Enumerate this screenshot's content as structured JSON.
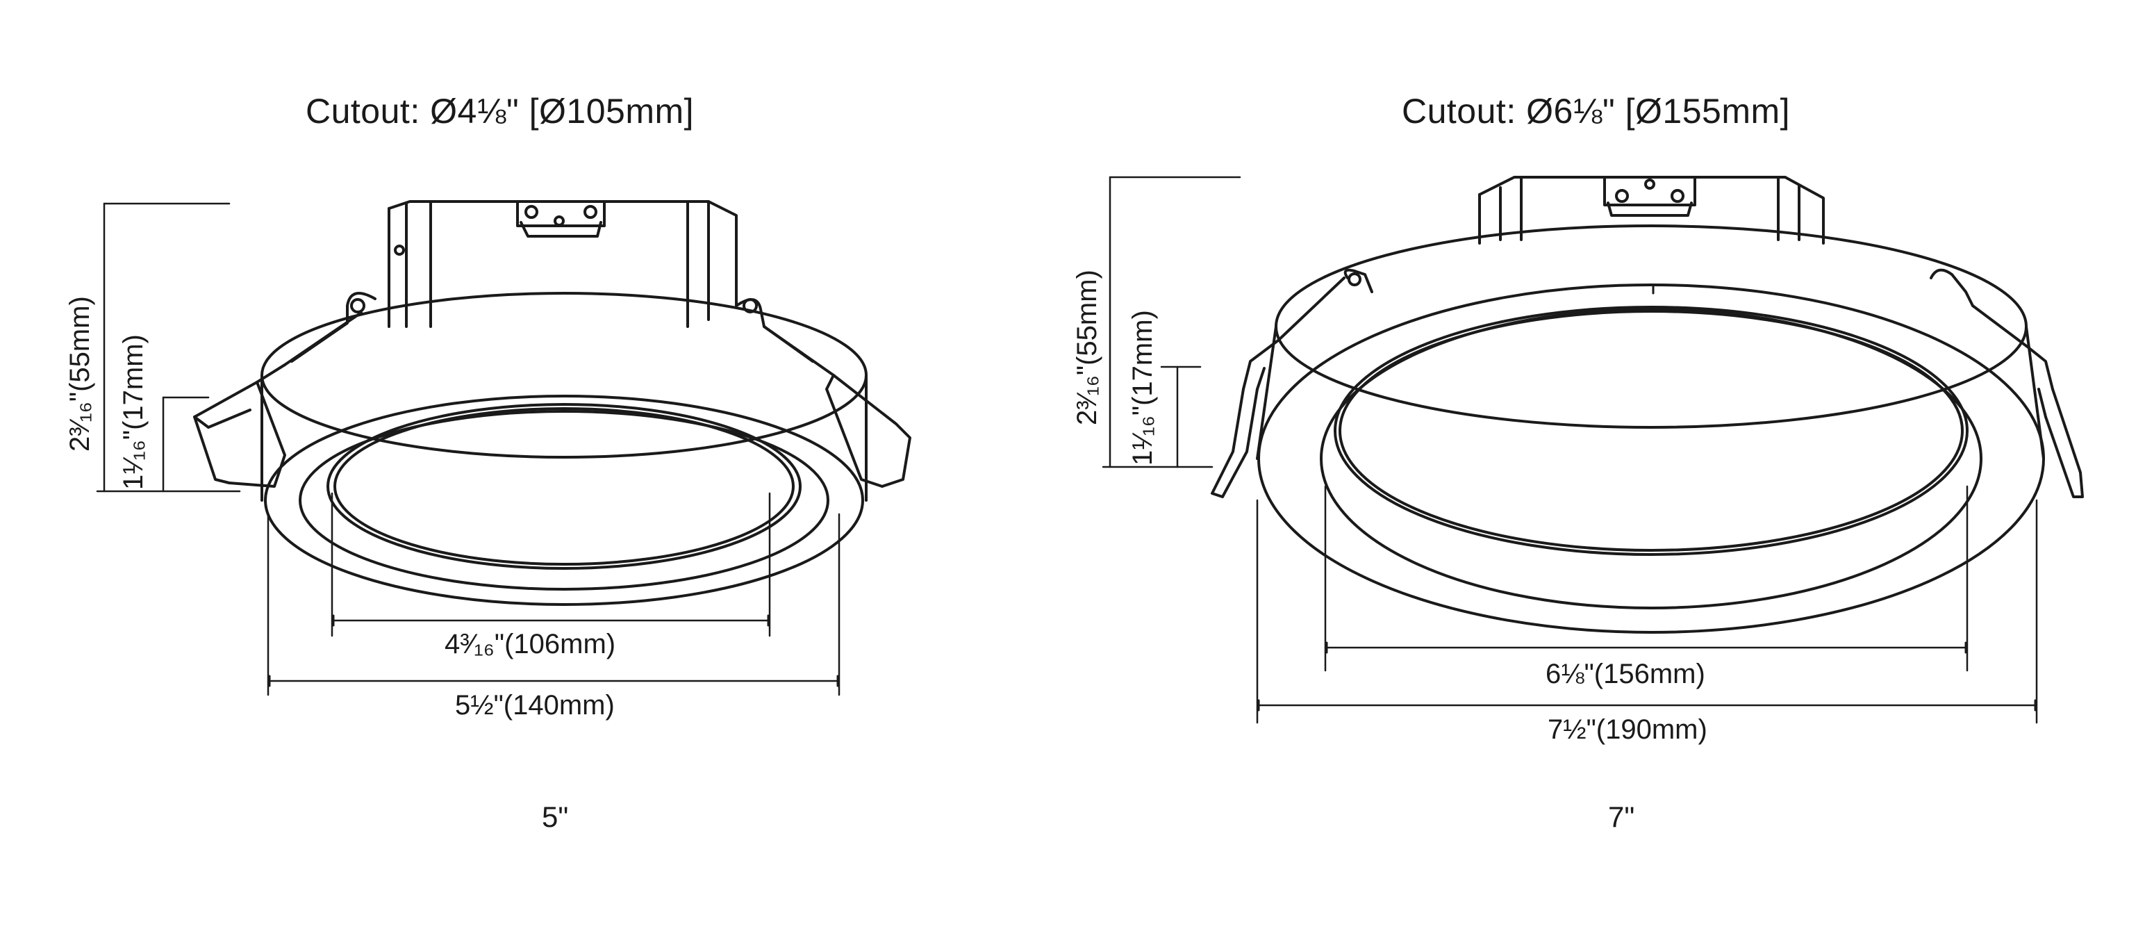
{
  "panels": [
    {
      "cutout_label": "Cutout: Ø4⅛\"  [Ø105mm]",
      "total_height_label": "2³⁄₁₆\"(55mm)",
      "trim_height_label": "1¹⁄₁₆\"(17mm)",
      "inner_width_label": "4³⁄₁₆\"(106mm)",
      "outer_width_label": "5½\"(140mm)",
      "model_label": "5\""
    },
    {
      "cutout_label": "Cutout: Ø6⅛\"  [Ø155mm]",
      "total_height_label": "2³⁄₁₆\"(55mm)",
      "trim_height_label": "1¹⁄₁₆\"(17mm)",
      "inner_width_label": "6⅛\"(156mm)",
      "outer_width_label": "7½\"(190mm)",
      "model_label": "7\""
    }
  ]
}
